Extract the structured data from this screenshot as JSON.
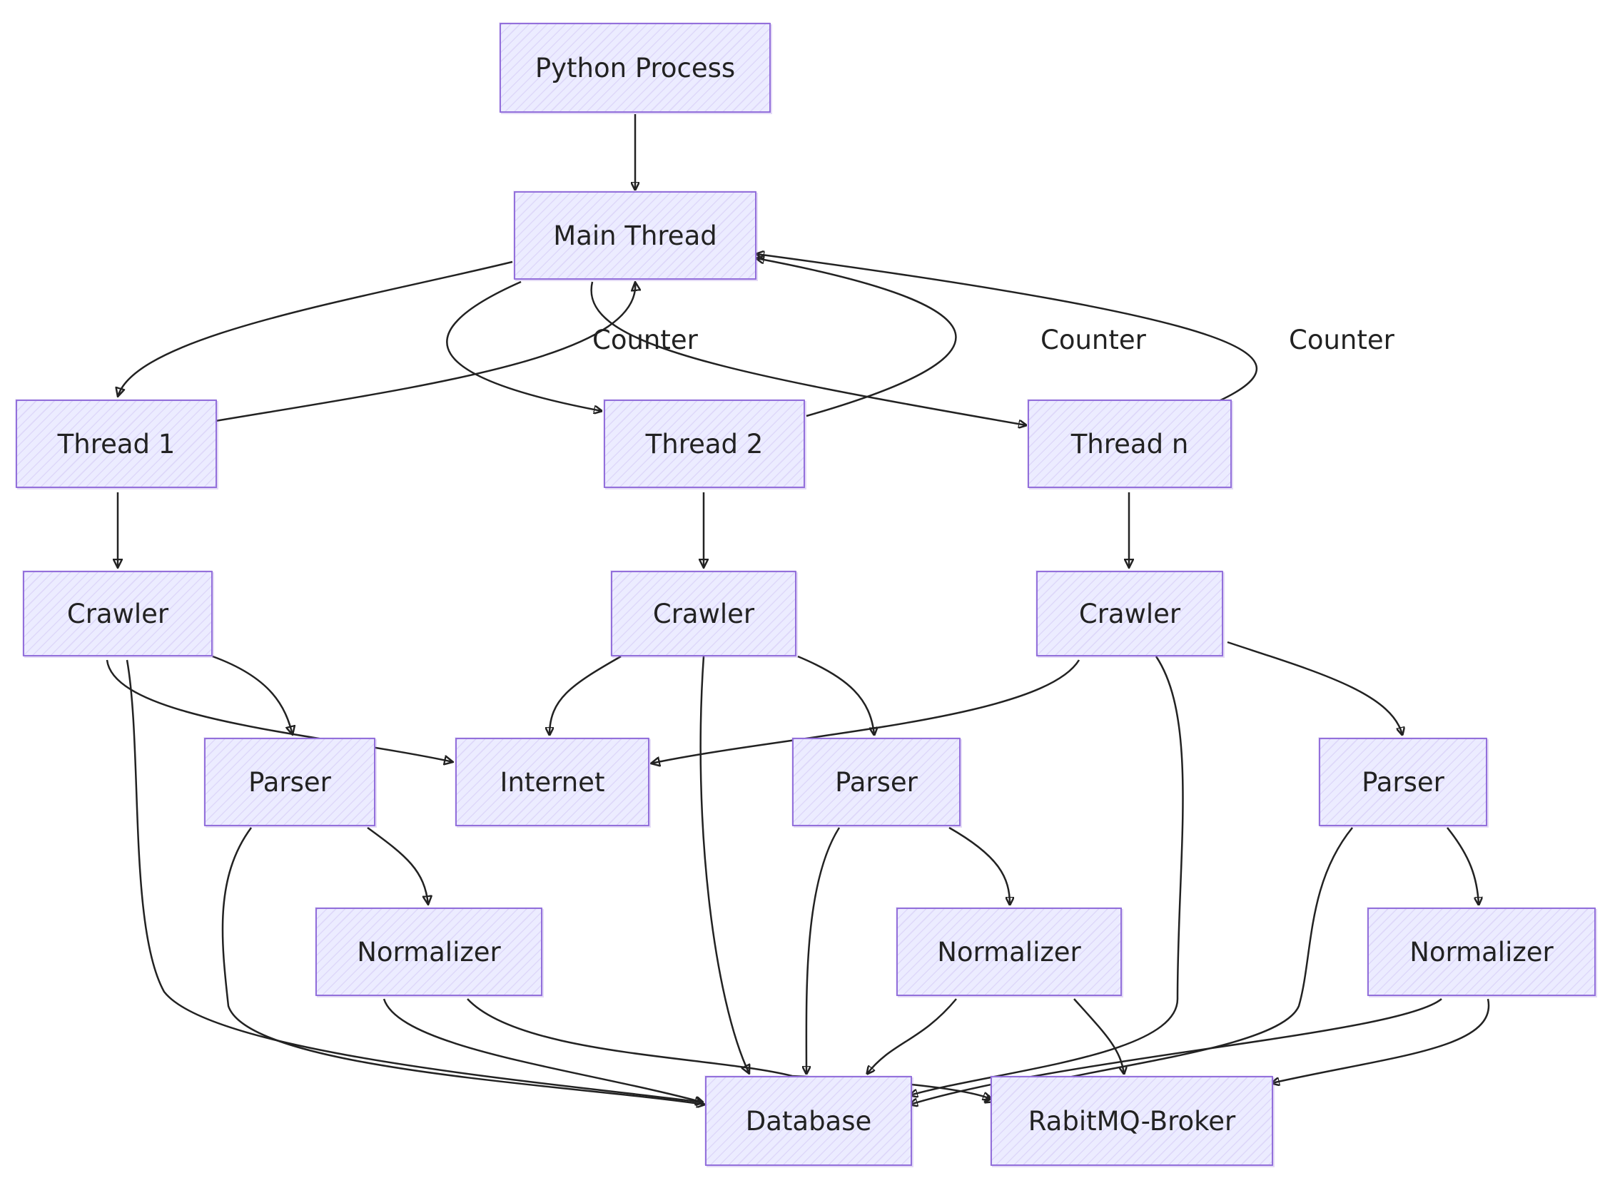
{
  "nodes": {
    "python_process": "Python Process",
    "main_thread": "Main Thread",
    "thread_1": "Thread 1",
    "thread_2": "Thread 2",
    "thread_n": "Thread n",
    "crawler_1": "Crawler",
    "crawler_2": "Crawler",
    "crawler_n": "Crawler",
    "parser_1": "Parser",
    "internet": "Internet",
    "parser_2": "Parser",
    "parser_n": "Parser",
    "normalizer_1": "Normalizer",
    "normalizer_2": "Normalizer",
    "normalizer_n": "Normalizer",
    "database": "Database",
    "rabbitmq_broker": "RabitMQ-Broker"
  },
  "edge_labels": {
    "counter_1": "Counter",
    "counter_2": "Counter",
    "counter_n": "Counter"
  },
  "colors": {
    "node_fill": "#ECECFF",
    "node_border": "#9370DB",
    "edge": "#222222",
    "text": "#222222"
  }
}
